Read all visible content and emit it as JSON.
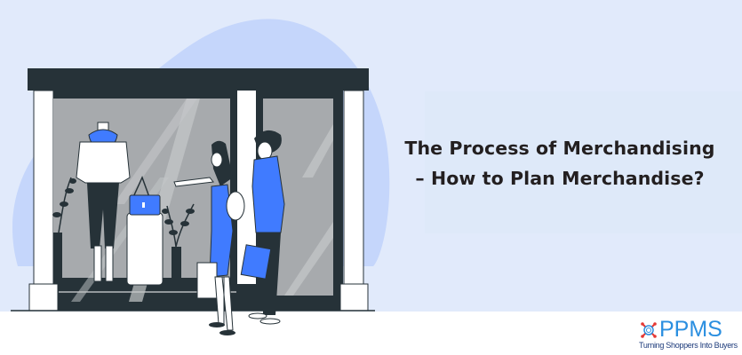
{
  "hero": {
    "title_line1": "The Process of Merchandising",
    "title_line2": "– How to Plan Merchandise?"
  },
  "illustration": {
    "description": "Storefront window with mannequin, handbag display, plants, and a couple shopping",
    "colors": {
      "background": "#e1eafb",
      "blob": "#c5d6fb",
      "dark": "#263238",
      "glass": "#a7aaad",
      "accent_blue": "#407bff",
      "white": "#ffffff"
    }
  },
  "logo": {
    "brand": "PPMS",
    "tagline": "Turning Shoppers Into Buyers",
    "brand_color": "#2b8fe0",
    "mark_color": "#e53935"
  }
}
